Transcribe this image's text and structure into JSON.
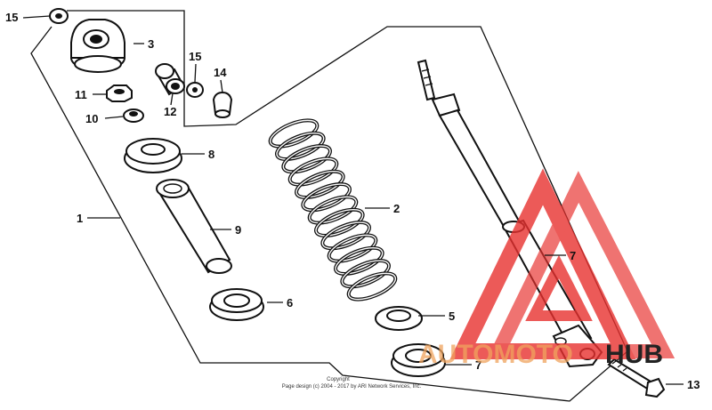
{
  "callouts": {
    "c1": "1",
    "c2": "2",
    "c3": "3",
    "c5": "5",
    "c6": "6",
    "c7a": "7",
    "c7b": "7",
    "c8": "8",
    "c9": "9",
    "c10": "10",
    "c11": "11",
    "c12": "12",
    "c13": "13",
    "c14": "14",
    "c15a": "15",
    "c15b": "15"
  },
  "footer": {
    "line1": "Copyright",
    "line2": "Page design (c) 2004 - 2017 by ARI Network Services, Inc."
  },
  "watermark": {
    "auto": "AUTOMOTO",
    "hub": "HUB",
    "colors": {
      "triangle": "#e8312f",
      "auto": "#f0a45e",
      "hub": "#222222"
    }
  }
}
